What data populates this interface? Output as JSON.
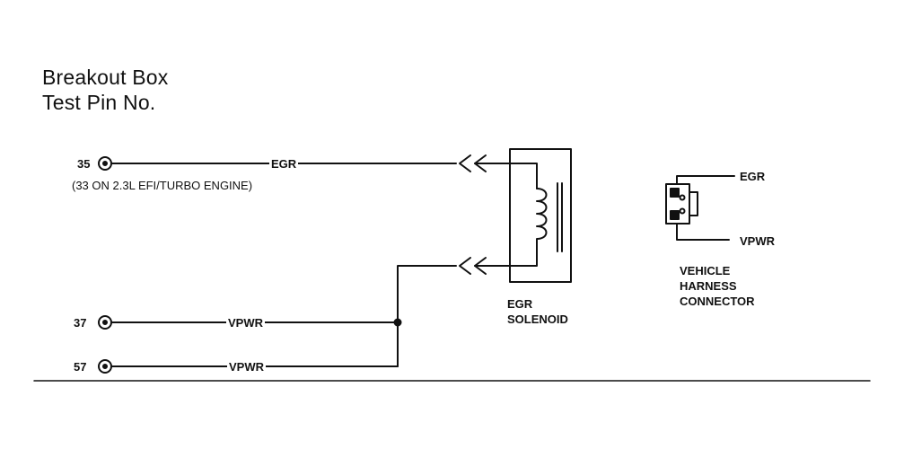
{
  "title": {
    "line1": "Breakout Box",
    "line2": "Test Pin No."
  },
  "pins": [
    {
      "number": "35",
      "signal": "EGR",
      "note": "(33 ON 2.3L EFI/TURBO ENGINE)"
    },
    {
      "number": "37",
      "signal": "VPWR"
    },
    {
      "number": "57",
      "signal": "VPWR"
    }
  ],
  "solenoid": {
    "label_line1": "EGR",
    "label_line2": "SOLENOID"
  },
  "connector": {
    "terminal_top": "EGR",
    "terminal_bottom": "VPWR",
    "label_line1": "VEHICLE",
    "label_line2": "HARNESS",
    "label_line3": "CONNECTOR"
  }
}
